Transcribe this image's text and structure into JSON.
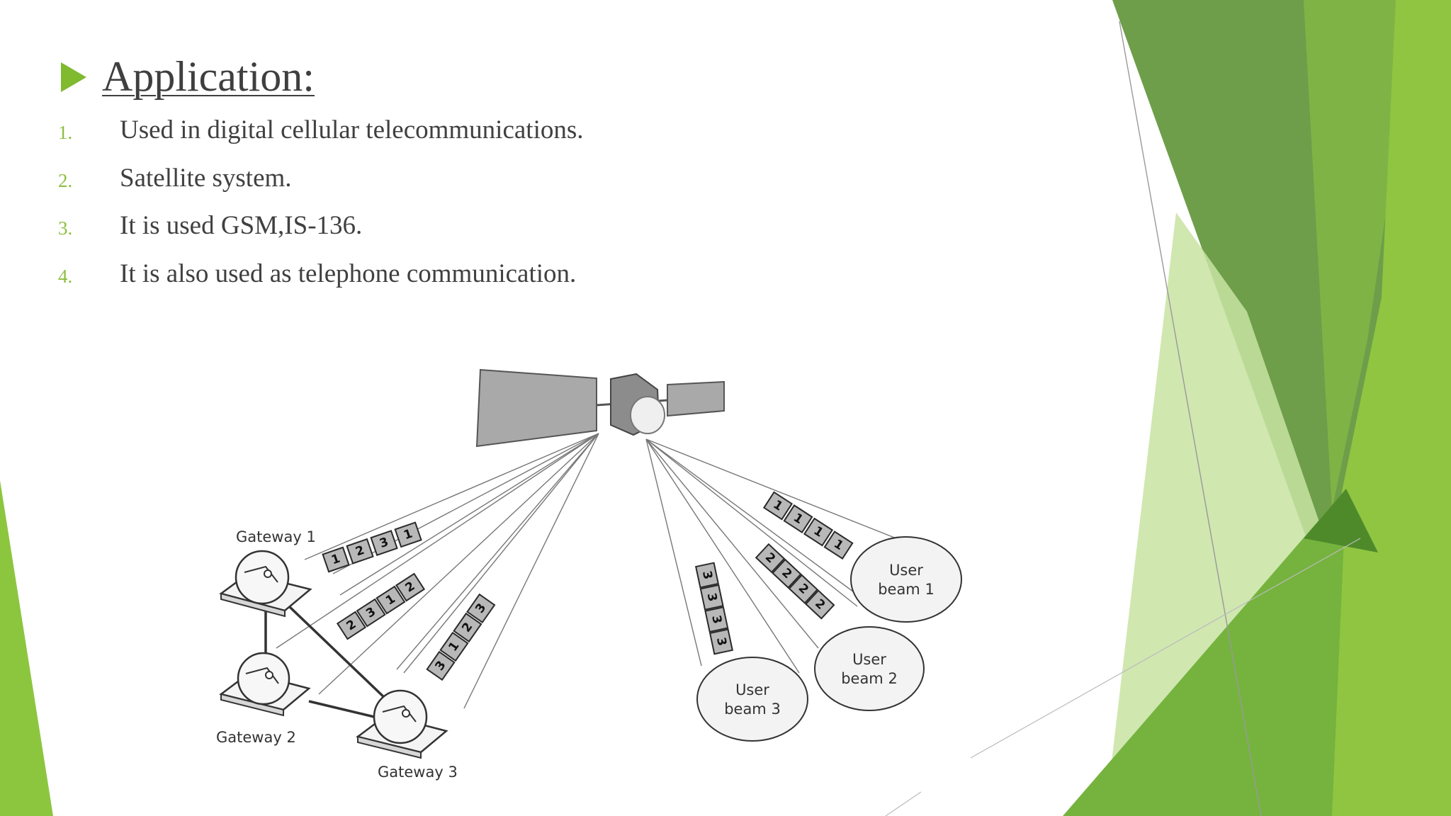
{
  "slide": {
    "title": "Application:",
    "items": [
      {
        "num": "1.",
        "text": "Used in digital cellular telecommunications."
      },
      {
        "num": "2.",
        "text": "Satellite system."
      },
      {
        "num": "3.",
        "text": "It is used GSM,IS-136."
      },
      {
        "num": "4.",
        "text": "It is also used as telephone communication."
      }
    ]
  },
  "diagram": {
    "gateways": [
      "Gateway 1",
      "Gateway 2",
      "Gateway 3"
    ],
    "beams": [
      {
        "line1": "User",
        "line2": "beam 1"
      },
      {
        "line1": "User",
        "line2": "beam 2"
      },
      {
        "line1": "User",
        "line2": "beam 3"
      }
    ],
    "packet_rows": {
      "g1": [
        "1",
        "2",
        "3",
        "1"
      ],
      "g2": [
        "2",
        "3",
        "1",
        "2"
      ],
      "g3": [
        "3",
        "1",
        "2",
        "3"
      ],
      "b1": [
        "1",
        "1",
        "1",
        "1"
      ],
      "b2": [
        "2",
        "2",
        "2",
        "2"
      ],
      "b3": [
        "3",
        "3",
        "3",
        "3"
      ]
    }
  },
  "colors": {
    "accent": "#7fba2f",
    "dark_green": "#4e8a2a",
    "light_green": "#c5e19b"
  }
}
